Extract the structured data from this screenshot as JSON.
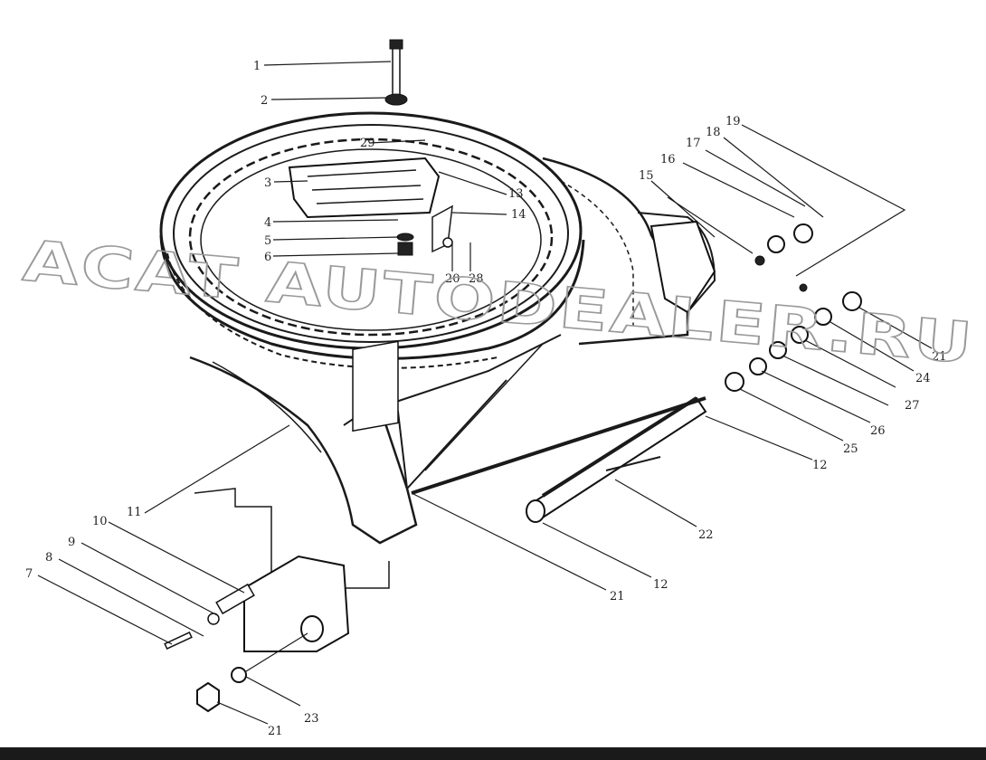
{
  "callouts": [
    {
      "id": "1",
      "label": "1"
    },
    {
      "id": "2",
      "label": "2"
    },
    {
      "id": "3",
      "label": "3"
    },
    {
      "id": "4",
      "label": "4"
    },
    {
      "id": "5",
      "label": "5"
    },
    {
      "id": "6",
      "label": "6"
    },
    {
      "id": "7",
      "label": "7"
    },
    {
      "id": "8",
      "label": "8"
    },
    {
      "id": "9",
      "label": "9"
    },
    {
      "id": "10",
      "label": "10"
    },
    {
      "id": "11",
      "label": "11"
    },
    {
      "id": "12a",
      "label": "12"
    },
    {
      "id": "12b",
      "label": "12"
    },
    {
      "id": "13",
      "label": "13"
    },
    {
      "id": "14",
      "label": "14"
    },
    {
      "id": "15",
      "label": "15"
    },
    {
      "id": "16",
      "label": "16"
    },
    {
      "id": "17",
      "label": "17"
    },
    {
      "id": "18",
      "label": "18"
    },
    {
      "id": "19",
      "label": "19"
    },
    {
      "id": "20",
      "label": "20"
    },
    {
      "id": "21a",
      "label": "21"
    },
    {
      "id": "21b",
      "label": "21"
    },
    {
      "id": "21c",
      "label": "21"
    },
    {
      "id": "22",
      "label": "22"
    },
    {
      "id": "23",
      "label": "23"
    },
    {
      "id": "24",
      "label": "24"
    },
    {
      "id": "25",
      "label": "25"
    },
    {
      "id": "26",
      "label": "26"
    },
    {
      "id": "27",
      "label": "27"
    },
    {
      "id": "28",
      "label": "28"
    },
    {
      "id": "29",
      "label": "29"
    }
  ],
  "watermark": "ACAT AUTODEALER.RU"
}
